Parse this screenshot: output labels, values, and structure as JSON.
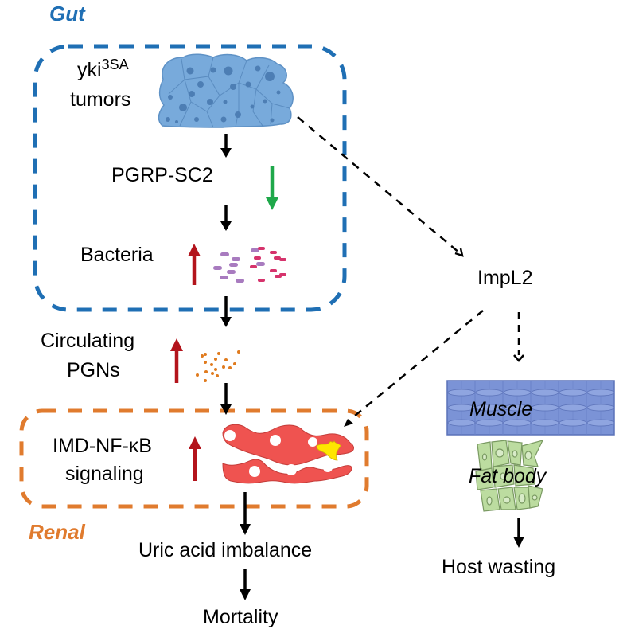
{
  "regions": {
    "gut": {
      "title": "Gut",
      "color": "#1f6fb4"
    },
    "renal": {
      "title": "Renal",
      "color": "#e07b2e"
    }
  },
  "nodes": {
    "yki_tumors": {
      "line1_base": "yki",
      "line1_sup": "3SA",
      "line2": "tumors"
    },
    "pgrp": {
      "label": "PGRP-SC2",
      "change": "down"
    },
    "bacteria": {
      "label": "Bacteria",
      "change": "up"
    },
    "pgns": {
      "line1": "Circulating",
      "line2": "PGNs",
      "change": "up"
    },
    "imd": {
      "line1": "IMD-NF-κB",
      "line2": "signaling",
      "change": "up"
    },
    "uric": {
      "label": "Uric acid imbalance"
    },
    "mortality": {
      "label": "Mortality"
    },
    "impl2": {
      "label": "ImpL2"
    },
    "muscle": {
      "label": "Muscle"
    },
    "fat_body": {
      "label": "Fat body"
    },
    "host_wasting": {
      "label": "Host wasting"
    }
  },
  "edges": [
    {
      "from": "yki_tumors",
      "to": "pgrp",
      "style": "solid"
    },
    {
      "from": "pgrp",
      "to": "bacteria",
      "style": "solid"
    },
    {
      "from": "bacteria",
      "to": "pgns",
      "style": "solid"
    },
    {
      "from": "pgns",
      "to": "imd",
      "style": "solid"
    },
    {
      "from": "imd",
      "to": "uric",
      "style": "solid"
    },
    {
      "from": "uric",
      "to": "mortality",
      "style": "solid"
    },
    {
      "from": "yki_tumors",
      "to": "impl2",
      "style": "dashed"
    },
    {
      "from": "impl2",
      "to": "imd",
      "style": "dashed"
    },
    {
      "from": "impl2",
      "to": "muscle",
      "style": "dashed"
    },
    {
      "from": "fat_body",
      "to": "host_wasting",
      "style": "solid"
    }
  ],
  "colors": {
    "up_arrow": "#b3141c",
    "down_arrow": "#1fa84a",
    "tumor": "#78aadb",
    "bacteria_purple": "#a87bbf",
    "bacteria_pink": "#d6336c",
    "pgn": "#e07b1e",
    "renal_cells": "#ef5350",
    "renal_highlight": "#ffe600",
    "muscle": "#7b93d6",
    "fat_body": "#bcdca0"
  }
}
